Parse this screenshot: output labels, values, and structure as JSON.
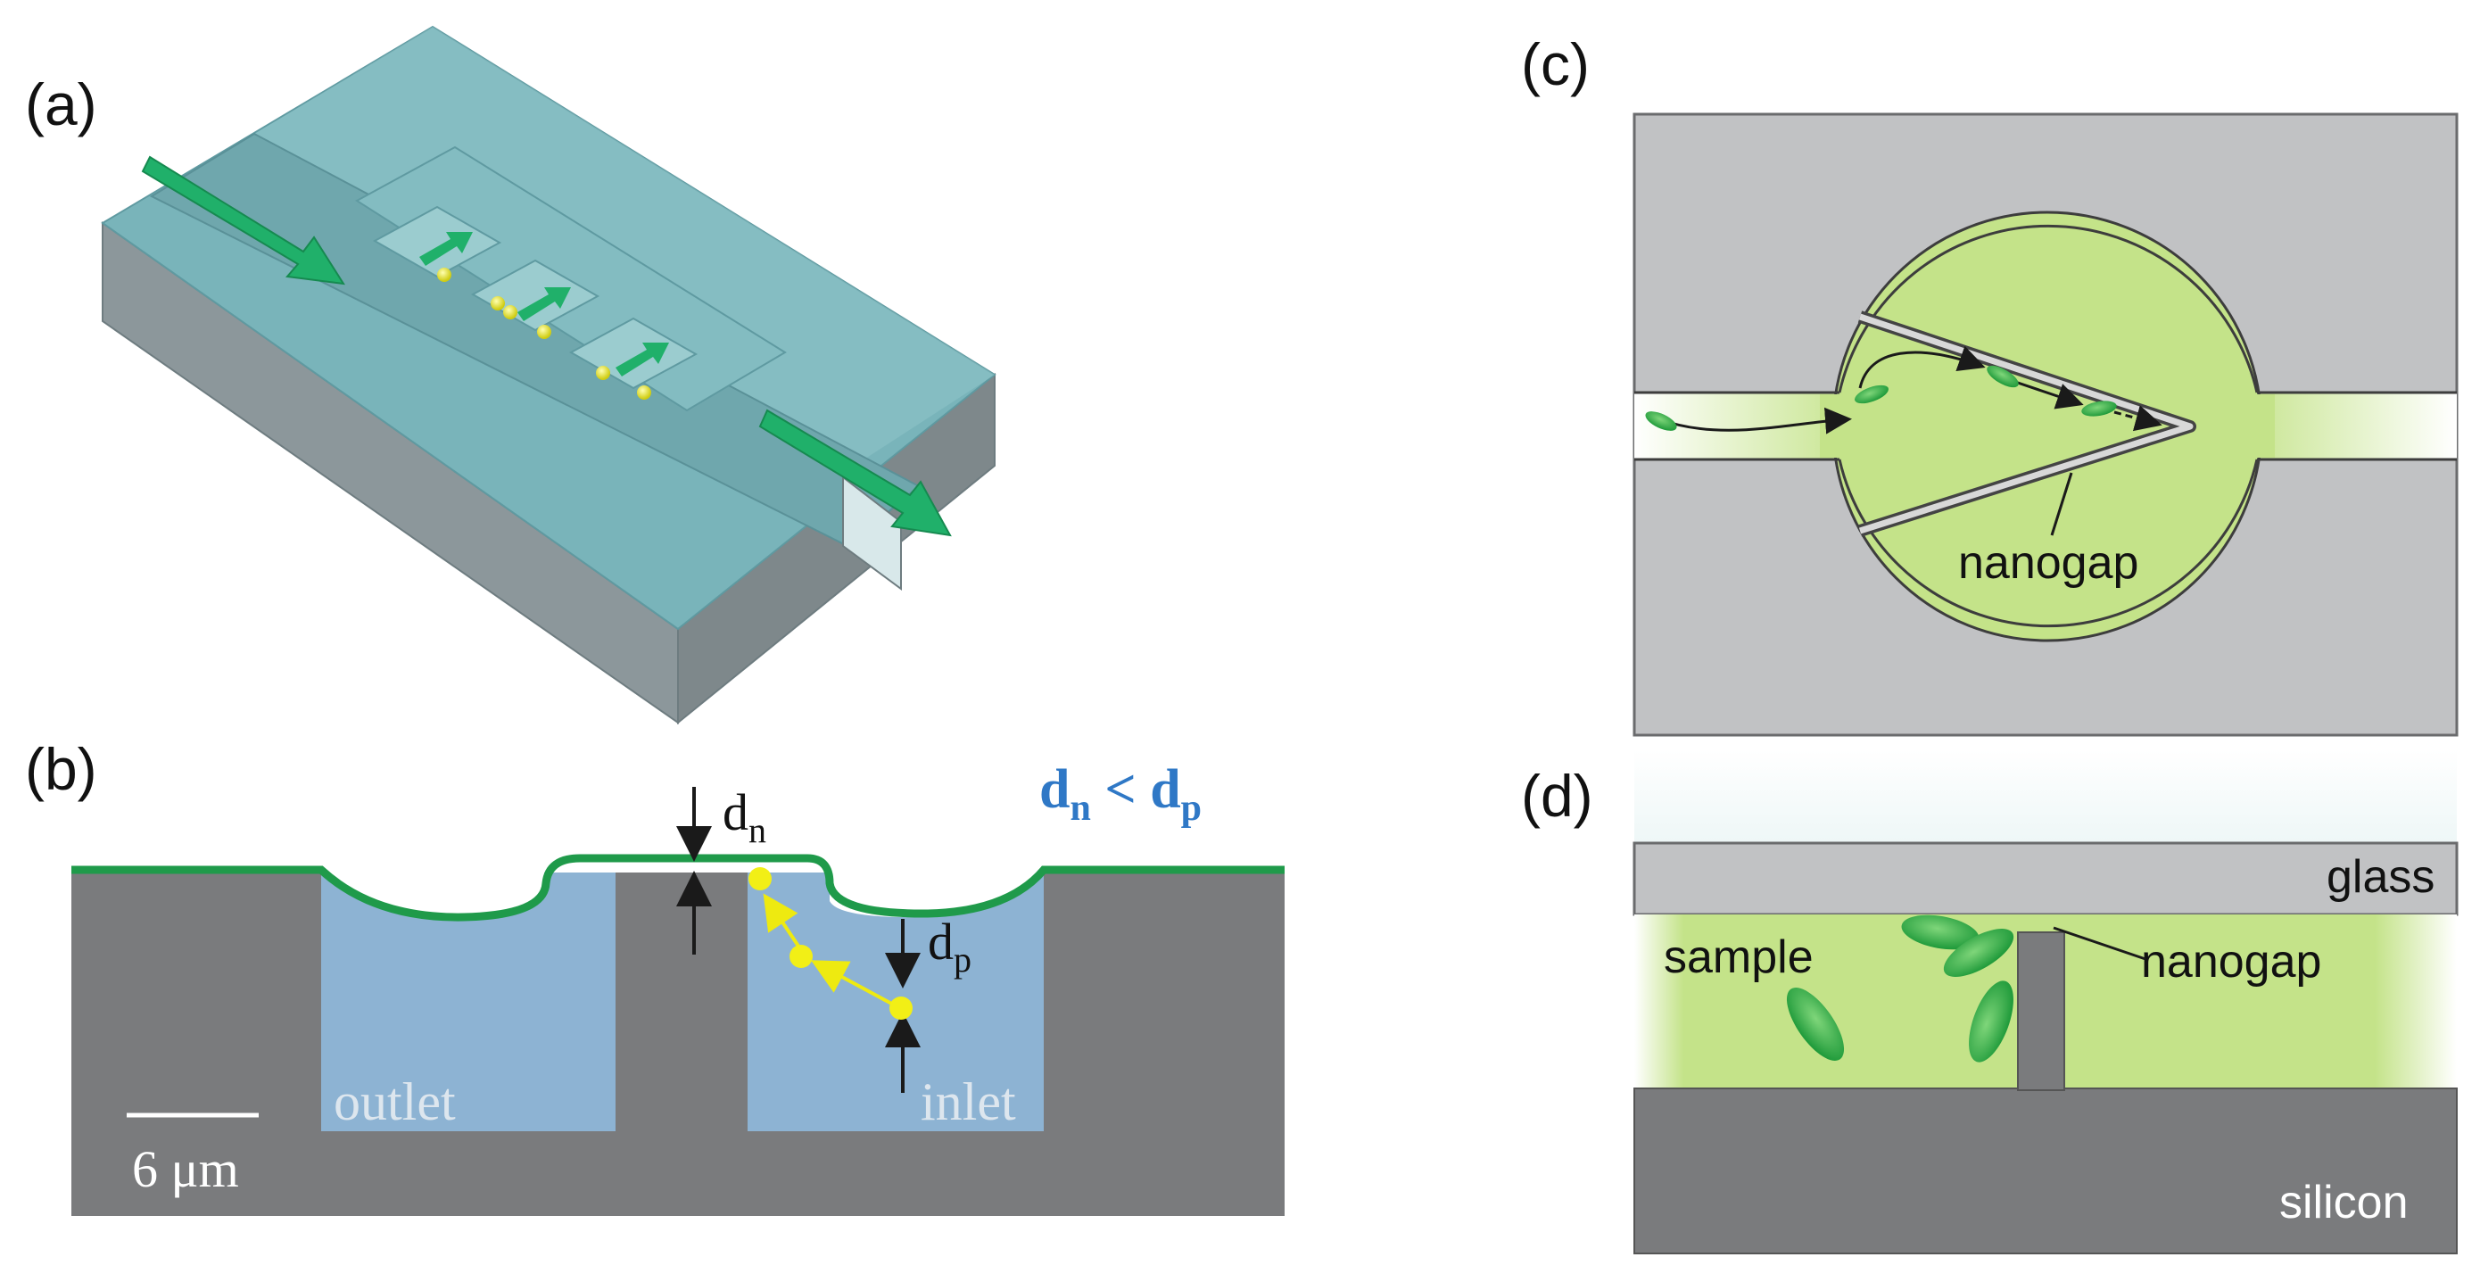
{
  "panels": {
    "a": {
      "label": "(a)"
    },
    "b": {
      "label": "(b)",
      "dn_base": "d",
      "dn_sub": "n",
      "dp_base": "d",
      "dp_sub": "p",
      "relation_lhs_base": "d",
      "relation_lhs_sub": "n",
      "relation_op": " < ",
      "relation_rhs_base": "d",
      "relation_rhs_sub": "p",
      "outlet": "outlet",
      "inlet": "inlet",
      "scale_bar": "6 μm"
    },
    "c": {
      "label": "(c)",
      "nanogap": "nanogap"
    },
    "d": {
      "label": "(d)",
      "glass": "glass",
      "sample": "sample",
      "nanogap": "nanogap",
      "silicon": "silicon"
    }
  },
  "colors": {
    "substrate_grey": "#7a7b7d",
    "light_grey": "#c1c2c4",
    "water_blue": "#8db3d3",
    "membrane_green": "#1f9a4a",
    "glass_teal": "#78b3b8",
    "fluid_green": "#c4e389",
    "particle_yellow": "#f2ef16",
    "cell_green": "#38b54a",
    "relation_blue": "#2f78c6"
  }
}
